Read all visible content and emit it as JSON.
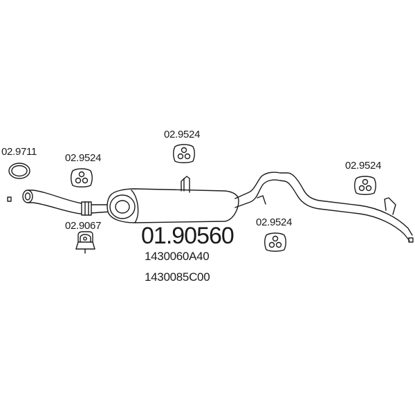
{
  "labels": {
    "ring_clamp": "02.9711",
    "hanger_front": "02.9524",
    "hanger_top": "02.9524",
    "hanger_right": "02.9524",
    "hanger_mid": "02.9524",
    "mount_rubber": "02.9067"
  },
  "main_part": "01.90560",
  "oem_numbers": [
    "1430060A40",
    "1430085C00"
  ],
  "colors": {
    "line": "#1a1a1a",
    "background": "#ffffff",
    "fill": "#ffffff"
  }
}
